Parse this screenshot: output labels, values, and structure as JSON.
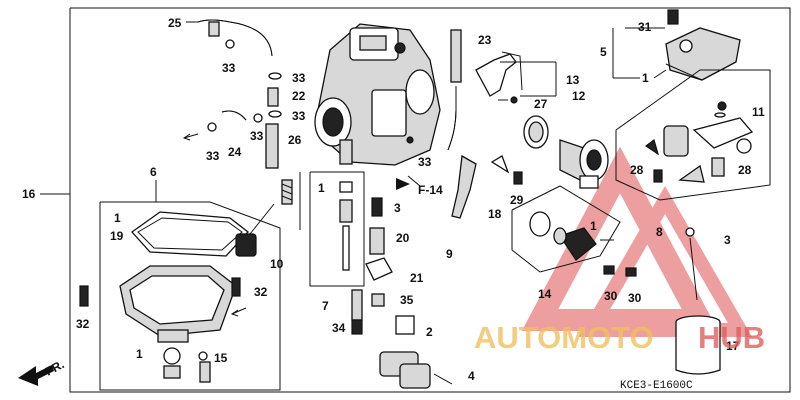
{
  "diagram": {
    "code": "KCE3-E1600C",
    "direction_label": "FR.",
    "reference_label": "F-14",
    "part_numbers": [
      "25",
      "33",
      "33",
      "22",
      "33",
      "33",
      "24",
      "33",
      "26",
      "23",
      "13",
      "27",
      "12",
      "31",
      "5",
      "1",
      "11",
      "28",
      "28",
      "33",
      "6",
      "16",
      "1",
      "19",
      "1",
      "10",
      "3",
      "20",
      "21",
      "35",
      "2",
      "4",
      "7",
      "34",
      "8",
      "3",
      "9",
      "18",
      "29",
      "1",
      "14",
      "30",
      "30",
      "32",
      "32",
      "1",
      "15",
      "17"
    ]
  },
  "watermark": {
    "text_primary": "AUTOMOTO",
    "text_secondary": "HUB",
    "colors": {
      "primary": "#f0c060",
      "secondary": "#e06060"
    }
  }
}
